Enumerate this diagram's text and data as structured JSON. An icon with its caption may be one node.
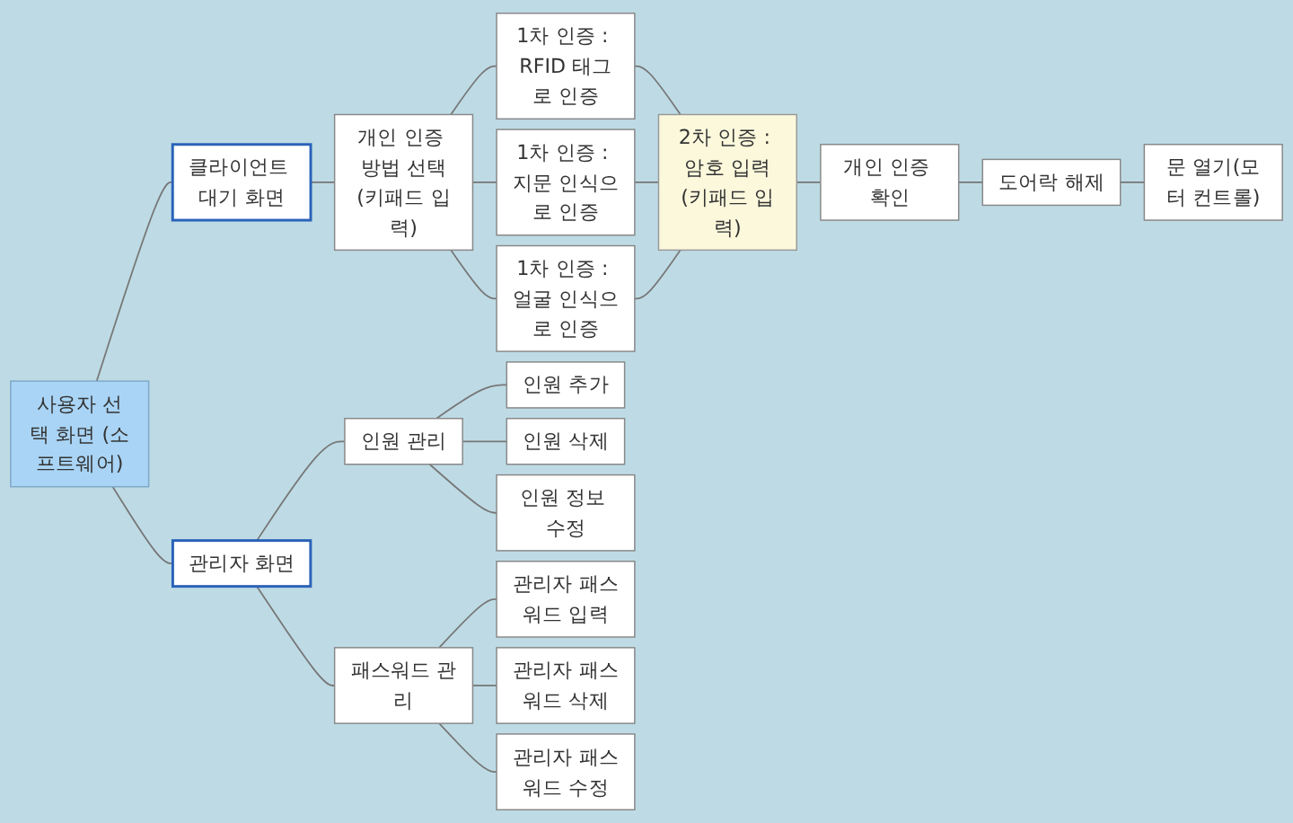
{
  "diagram": {
    "nodes": [
      {
        "text": [
          "사용자 선택 화면 (소프트웨어)"
        ]
      },
      {
        "text": [
          "클라이언트 대기 화면"
        ]
      },
      {
        "text": [
          "개인 인증 방법 선택(키패드 입력)"
        ]
      },
      {
        "text": [
          "1차 인증 : RFID 태그로 인증"
        ]
      },
      {
        "text": [
          "1차 인증 : 지문 인식으로 인증"
        ]
      },
      {
        "text": [
          "1차 인증 : 얼굴 인식으로 인증"
        ]
      },
      {
        "text": [
          "2차 인증 : 암호 입력(키패드 입력)"
        ]
      },
      {
        "text": [
          "개인 인증 확인"
        ]
      },
      {
        "text": [
          "도어락 해제"
        ]
      },
      {
        "text": [
          "문 열기(모터 컨트롤)"
        ]
      },
      {
        "text": [
          "관리자 화면"
        ]
      },
      {
        "text": [
          "인원 관리"
        ]
      },
      {
        "text": [
          "인원 추가"
        ]
      },
      {
        "text": [
          "인원 삭제"
        ]
      },
      {
        "text": [
          "인원 정보 수정"
        ]
      },
      {
        "text": [
          "패스워드 관리"
        ]
      },
      {
        "text": [
          "관리자 패스워드 입력"
        ]
      },
      {
        "text": [
          "관리자 패스워드 삭제"
        ]
      },
      {
        "text": [
          "관리자 패스워드 수정"
        ]
      }
    ],
    "edges": [
      {
        "from": 0,
        "to": 1,
        "arrow": "none"
      },
      {
        "from": 1,
        "to": 2,
        "arrow": "none"
      },
      {
        "from": 2,
        "to": 3,
        "arrow": "none"
      },
      {
        "from": 2,
        "to": 4,
        "arrow": "none"
      },
      {
        "from": 2,
        "to": 5,
        "arrow": "none"
      },
      {
        "from": 3,
        "to": 6,
        "arrow": "none"
      },
      {
        "from": 4,
        "to": 6,
        "arrow": "none"
      },
      {
        "from": 5,
        "to": 6,
        "arrow": "none"
      },
      {
        "from": 6,
        "to": 7,
        "arrow": "none"
      },
      {
        "from": 7,
        "to": 8,
        "arrow": "none"
      },
      {
        "from": 8,
        "to": 9,
        "arrow": "none"
      },
      {
        "from": 0,
        "to": 10,
        "arrow": "none"
      },
      {
        "from": 10,
        "to": 11,
        "arrow": "none"
      },
      {
        "from": 11,
        "to": 12,
        "arrow": "none"
      },
      {
        "from": 11,
        "to": 13,
        "arrow": "none"
      },
      {
        "from": 11,
        "to": 14,
        "arrow": "none"
      },
      {
        "from": 10,
        "to": 15,
        "arrow": "none"
      },
      {
        "from": 15,
        "to": 16,
        "arrow": "none"
      },
      {
        "from": 15,
        "to": 17,
        "arrow": "none"
      },
      {
        "from": 15,
        "to": 18,
        "arrow": "none"
      }
    ]
  }
}
